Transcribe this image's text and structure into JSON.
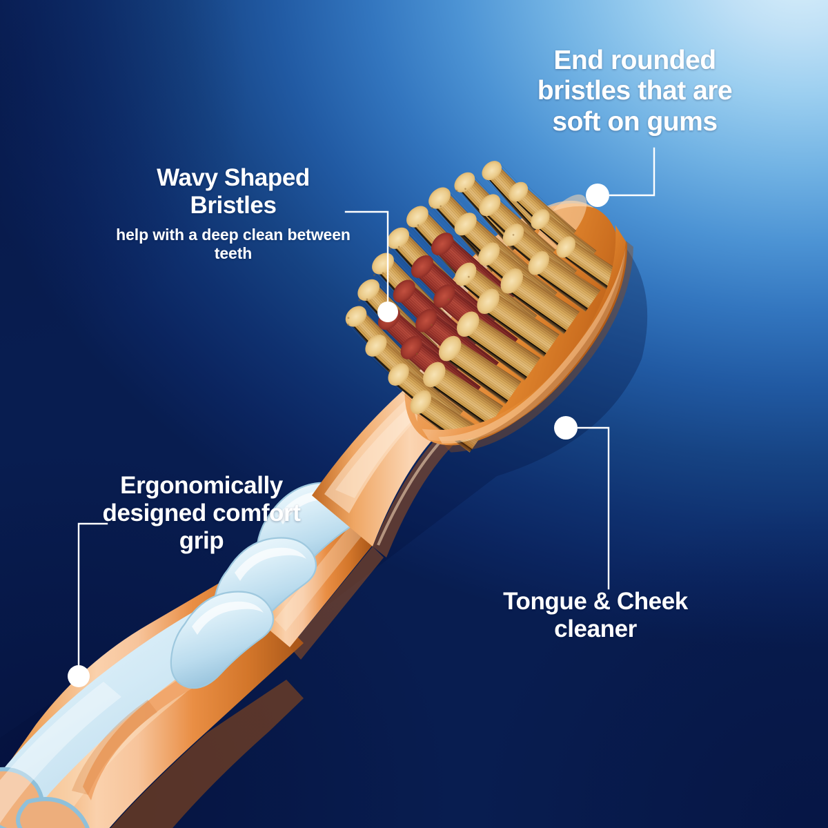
{
  "product": {
    "name": "toothbrush",
    "description": "Angled toothbrush with orange handle, light blue rubber grip rings, and wavy tan bristles with dark red center tufts"
  },
  "theme": {
    "background_dark": "#0B2560",
    "background_mid": "#3A7CBF",
    "background_light": "#BFE0F6",
    "text": "#FFFFFF",
    "leader_line": "#FFFFFF",
    "handle_orange": "#E8924A",
    "handle_orange_light": "#F6C49A",
    "handle_orange_deep": "#C96F2C",
    "grip_blue": "#D6ECF6",
    "grip_blue_shadow": "#A9CFE4",
    "bristle_tan": "#D2A25E",
    "bristle_tan_light": "#EBC98A",
    "bristle_tip": "#F2DCA8",
    "bristle_red": "#9E2F2E",
    "bristle_red_light": "#C04A3C"
  },
  "callouts": [
    {
      "id": "end-rounded",
      "title": "End rounded bristles that are soft on gums",
      "subtitle": ""
    },
    {
      "id": "wavy-bristles",
      "title": "Wavy Shaped Bristles",
      "subtitle": "help with a deep clean between teeth"
    },
    {
      "id": "ergonomic-grip",
      "title": "Ergonomically designed comfort grip",
      "subtitle": ""
    },
    {
      "id": "tongue-cheek-cleaner",
      "title": "Tongue & Cheek cleaner",
      "subtitle": ""
    }
  ]
}
